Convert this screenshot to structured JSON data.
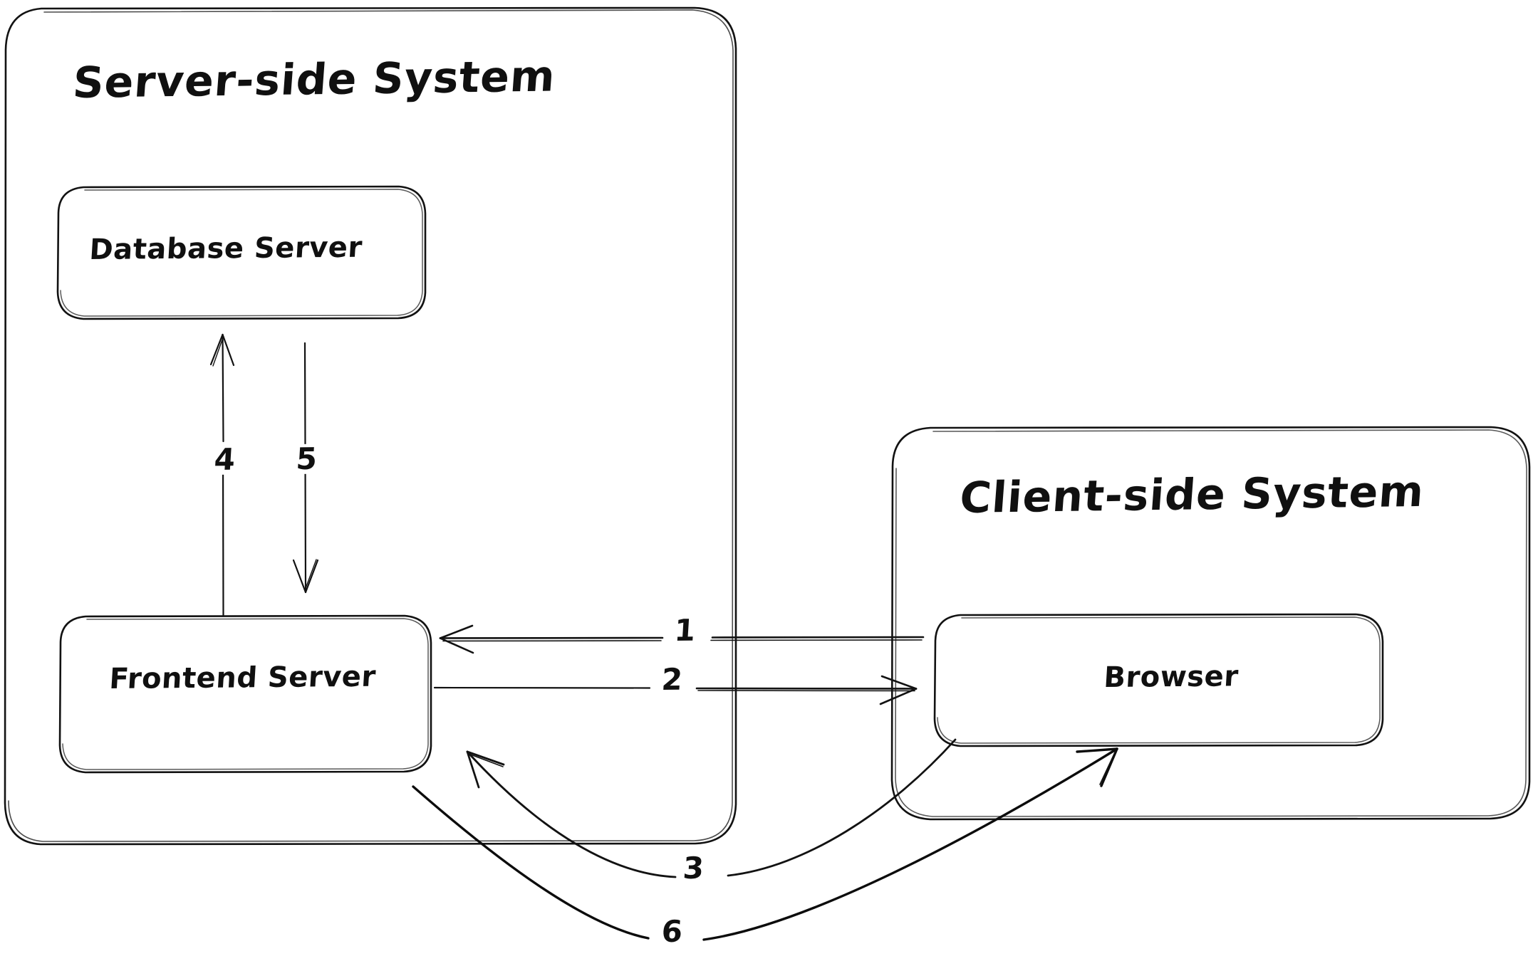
{
  "diagram": {
    "title_style": "hand-drawn sketch",
    "background_color": "#ffffff",
    "stroke_color": "#121212",
    "groups": [
      {
        "id": "server-side-system",
        "label": "Server-side System",
        "nodes": [
          {
            "id": "database-server",
            "label": "Database Server"
          },
          {
            "id": "frontend-server",
            "label": "Frontend Server"
          }
        ]
      },
      {
        "id": "client-side-system",
        "label": "Client-side System",
        "nodes": [
          {
            "id": "browser",
            "label": "Browser"
          }
        ]
      }
    ],
    "edges": [
      {
        "id": "edge-1",
        "label": "1",
        "from": "browser",
        "to": "frontend-server",
        "shape": "straight",
        "direction": "left"
      },
      {
        "id": "edge-2",
        "label": "2",
        "from": "frontend-server",
        "to": "browser",
        "shape": "straight",
        "direction": "right"
      },
      {
        "id": "edge-3",
        "label": "3",
        "from": "browser",
        "to": "frontend-server",
        "shape": "curved",
        "direction": "up-left"
      },
      {
        "id": "edge-4",
        "label": "4",
        "from": "frontend-server",
        "to": "database-server",
        "shape": "straight",
        "direction": "up"
      },
      {
        "id": "edge-5",
        "label": "5",
        "from": "database-server",
        "to": "frontend-server",
        "shape": "straight",
        "direction": "down"
      },
      {
        "id": "edge-6",
        "label": "6",
        "from": "frontend-server",
        "to": "browser",
        "shape": "curved",
        "direction": "up-right"
      }
    ]
  }
}
